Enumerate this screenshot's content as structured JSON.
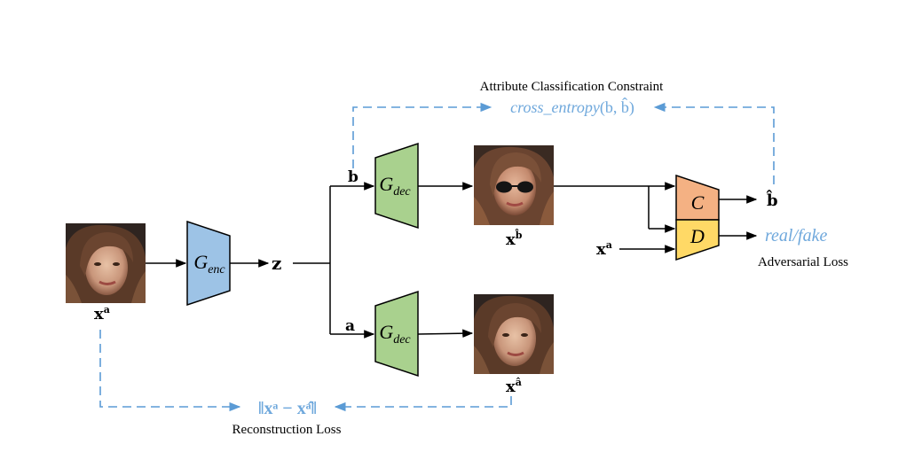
{
  "labels": {
    "attr_constraint": "Attribute Classification Constraint",
    "cross_entropy_prefix": "cross_entropy",
    "cross_entropy_args": "(b, b̂)",
    "reconstruction_loss": "Reconstruction Loss",
    "adversarial_loss": "Adversarial Loss",
    "real_fake": "real/fake",
    "recon_formula": "‖xᵃ − xᵃ̂‖"
  },
  "blocks": {
    "enc": {
      "main": "G",
      "sub": "enc"
    },
    "dec_top": {
      "main": "G",
      "sub": "dec"
    },
    "dec_bottom": {
      "main": "G",
      "sub": "dec"
    },
    "C": "C",
    "D": "D"
  },
  "vars": {
    "z": "z",
    "b": "b",
    "a": "a",
    "b_hat": "b̂",
    "x_input": {
      "base": "x",
      "sup": "a"
    },
    "x_top": {
      "base": "x",
      "sup": "b̂"
    },
    "x_bottom": {
      "base": "x",
      "sup": "â"
    },
    "x_disc": {
      "base": "x",
      "sup": "a"
    }
  },
  "colors": {
    "enc": "#9dc3e6",
    "dec": "#a9d18e",
    "C": "#f4b183",
    "D": "#ffd966",
    "dashed": "#5b9bd5",
    "loss_text": "#6fa8dc",
    "line": "#000000"
  }
}
